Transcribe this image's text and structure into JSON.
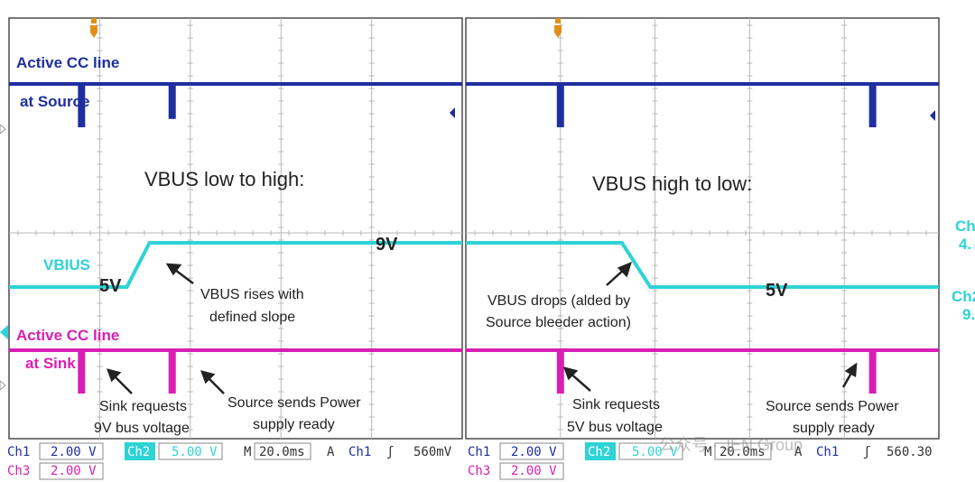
{
  "chart_data": [
    {
      "type": "line",
      "title": "VBUS low to high:",
      "x_unit": "ms",
      "x_per_div": 20,
      "x_range": [
        -60,
        40
      ],
      "series": [
        {
          "name": "Active CC line",
          "sublabel": "at Source",
          "color": "#1f2fa0",
          "baseline": 0,
          "pulses": [
            {
              "x": -44,
              "depth": 1
            },
            {
              "x": -24,
              "depth": 0.8
            }
          ]
        },
        {
          "name": "VBIUS",
          "color": "#2ed3d6",
          "x": [
            -60,
            -34,
            -29,
            40
          ],
          "y": [
            5,
            5,
            9,
            9
          ],
          "unit": "V"
        },
        {
          "name": "Active CC line",
          "sublabel": "at Sink",
          "color": "#d81fb3",
          "baseline": 0,
          "pulses": [
            {
              "x": -44,
              "depth": 1
            },
            {
              "x": -24,
              "depth": 1
            }
          ]
        }
      ],
      "annotations": {
        "v_low": "5V",
        "v_high": "9V",
        "rise_1": "VBUS rises with",
        "rise_2": "defined slope",
        "sink_1": "Sink requests",
        "sink_2": "9V bus voltage",
        "src_1": "Source sends Power",
        "src_2": "supply ready"
      }
    },
    {
      "type": "line",
      "title": "VBUS high to low:",
      "x_unit": "ms",
      "x_per_div": 20,
      "x_range": [
        -60,
        40
      ],
      "series": [
        {
          "name": "",
          "color": "#1f2fa0",
          "baseline": 0,
          "pulses": [
            {
              "x": -40,
              "depth": 1
            },
            {
              "x": 26,
              "depth": 1
            }
          ]
        },
        {
          "name": "",
          "color": "#2ed3d6",
          "x": [
            -60,
            -27,
            -21,
            40
          ],
          "y": [
            9,
            9,
            5,
            5
          ],
          "unit": "V"
        },
        {
          "name": "",
          "color": "#d81fb3",
          "baseline": 0,
          "pulses": [
            {
              "x": -40,
              "depth": 1
            },
            {
              "x": 26,
              "depth": 1
            }
          ]
        }
      ],
      "annotations": {
        "v_low": "5V",
        "drop_1": "VBUS drops (alded by",
        "drop_2": "Source bleeder action)",
        "sink_1": "Sink requests",
        "sink_2": "5V bus voltage",
        "src_1": "Source sends Power",
        "src_2": "supply ready"
      }
    }
  ],
  "right_edge": {
    "top_1": "Ch",
    "top_2": "4.",
    "bot_1": "Ch2",
    "bot_2": "9."
  },
  "status_left": {
    "ch1": "Ch1",
    "ch1_val": "2.00 V",
    "ch2": "Ch2",
    "ch2_val": "5.00 V",
    "m": "M",
    "m_val": "20.0ms",
    "a": "A",
    "trig_ch": "Ch1",
    "trig_val": "560mV",
    "ch3": "Ch3",
    "ch3_val": "2.00 V"
  },
  "status_right": {
    "ch1": "Ch1",
    "ch1_val": "2.00 V",
    "ch2": "Ch2",
    "ch2_val": "5.00 V",
    "m": "M",
    "m_val": "20.0ms",
    "a": "A",
    "trig_ch": "Ch1",
    "trig_val": "560.30",
    "ch3": "Ch3",
    "ch3_val": "2.00 V"
  },
  "watermark": "公众号 · JEN Group",
  "colors": {
    "cc_source": "#1f2fa0",
    "vbus": "#2ed3d6",
    "cc_sink": "#d81fb3",
    "grid": "#b9b9b9"
  }
}
